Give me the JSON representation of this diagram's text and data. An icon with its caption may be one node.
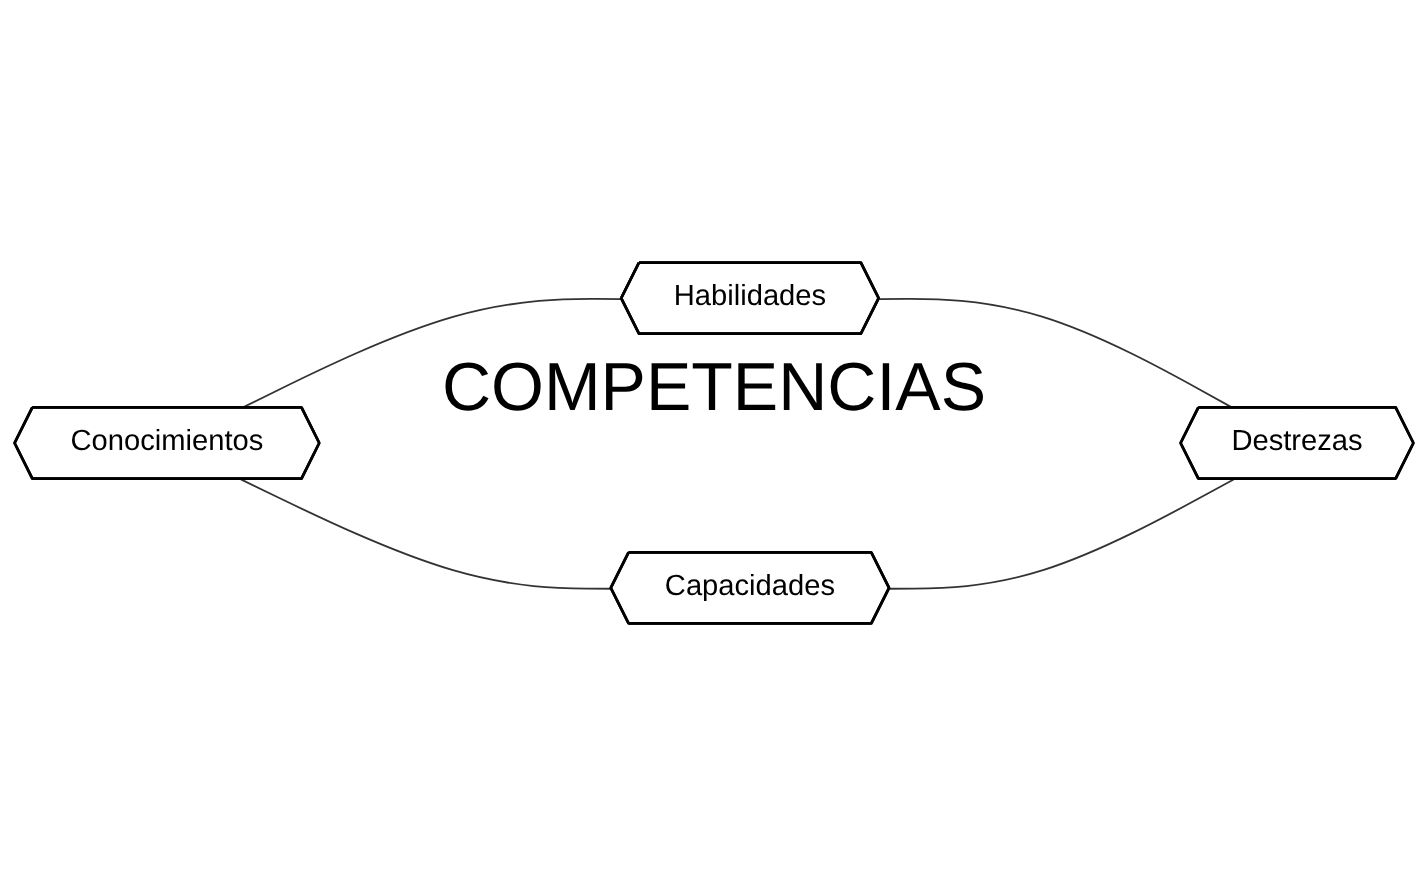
{
  "diagram": {
    "nodes": [
      {
        "text": [
          "Conocimientos"
        ]
      },
      {
        "text": [
          "Habilidades"
        ]
      },
      {
        "text": [
          "Capacidades"
        ]
      },
      {
        "text": [
          "Destrezas"
        ]
      }
    ],
    "edges": [
      {
        "from": 0,
        "to": 1,
        "arrow": "none"
      },
      {
        "from": 1,
        "to": 3,
        "arrow": "none"
      },
      {
        "from": 0,
        "to": 2,
        "arrow": "none"
      },
      {
        "from": 2,
        "to": 3,
        "arrow": "none"
      }
    ],
    "labels": [
      "COMPETENCIAS"
    ]
  }
}
